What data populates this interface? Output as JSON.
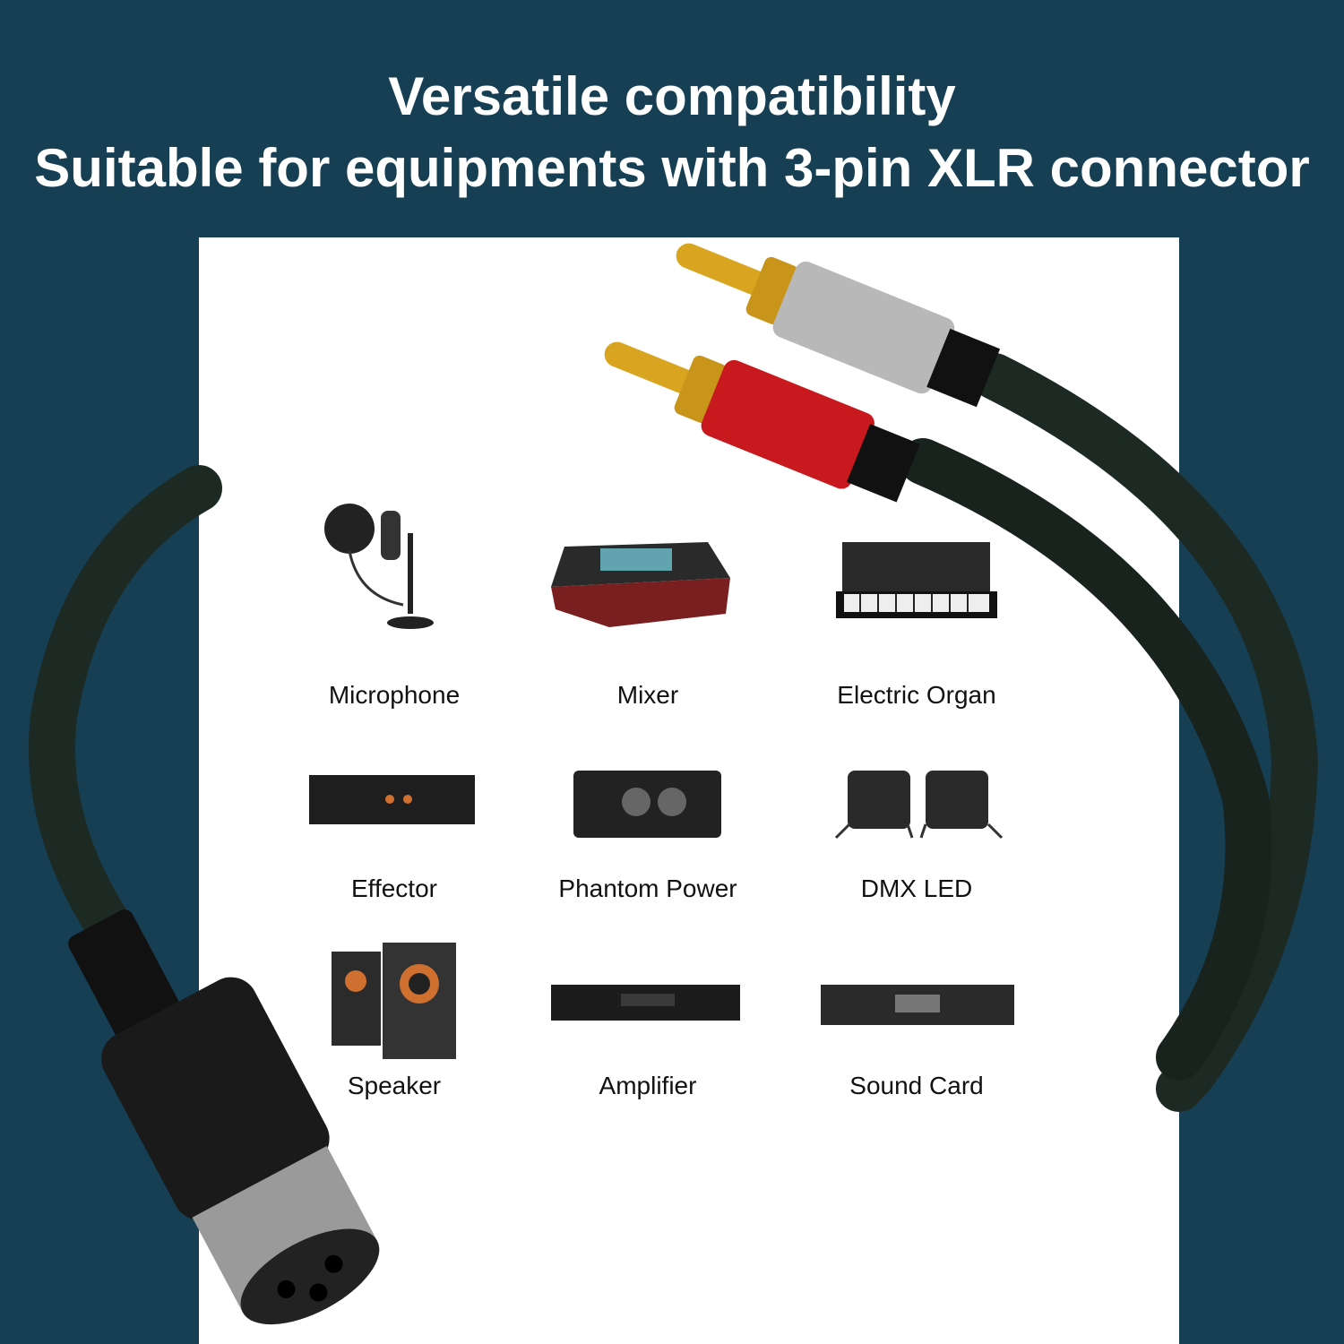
{
  "header": {
    "line1": "Versatile compatibility",
    "line2": "Suitable for equipments with 3-pin XLR connector"
  },
  "devices": [
    {
      "label": "Microphone",
      "icon": "microphone-icon"
    },
    {
      "label": "Mixer",
      "icon": "mixer-icon"
    },
    {
      "label": "Electric Organ",
      "icon": "keyboard-icon"
    },
    {
      "label": "Effector",
      "icon": "effector-icon"
    },
    {
      "label": "Phantom Power",
      "icon": "phantom-power-icon"
    },
    {
      "label": "DMX LED",
      "icon": "stage-light-icon"
    },
    {
      "label": "Speaker",
      "icon": "speaker-icon"
    },
    {
      "label": "Amplifier",
      "icon": "amplifier-icon"
    },
    {
      "label": "Sound Card",
      "icon": "sound-card-icon"
    }
  ],
  "colors": {
    "background": "#173f53",
    "panel": "#ffffff",
    "rca_red": "#c8191e",
    "rca_silver": "#b8b8b8",
    "gold": "#d9a520"
  }
}
